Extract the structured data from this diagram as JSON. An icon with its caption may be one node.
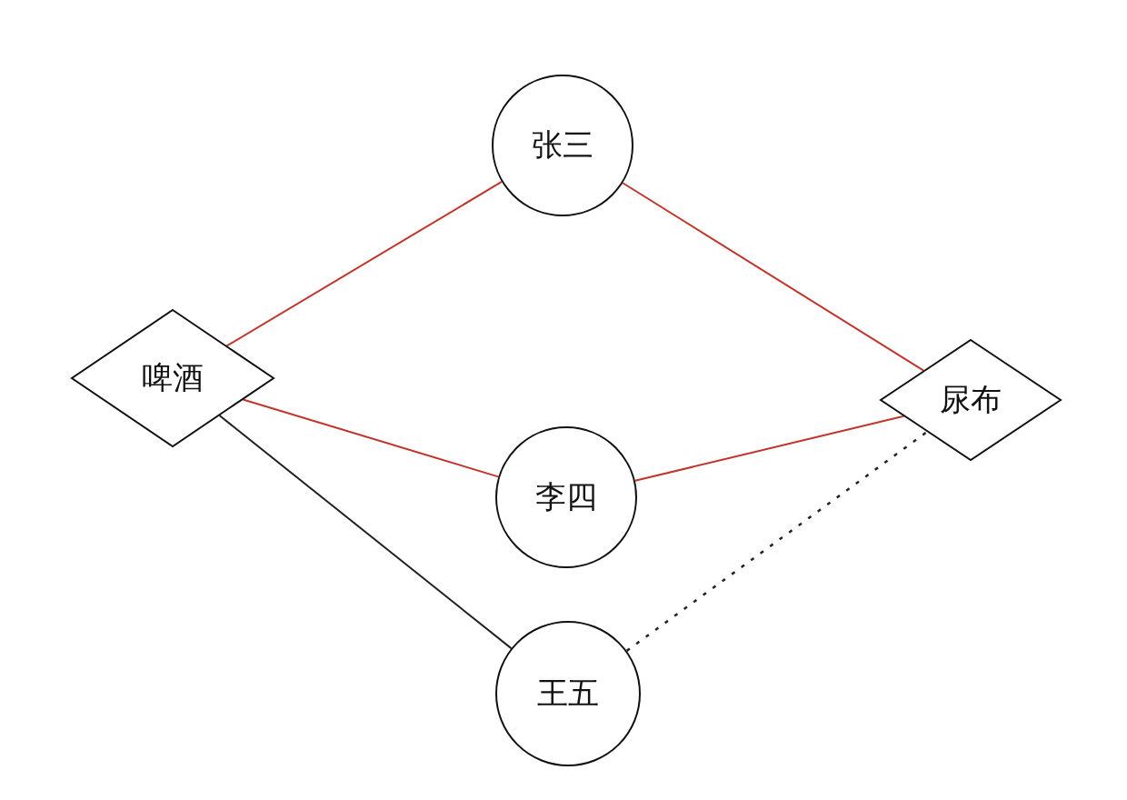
{
  "diagram": {
    "nodes": [
      {
        "text": [
          "张三"
        ]
      },
      {
        "text": [
          "啤酒"
        ]
      },
      {
        "text": [
          "尿布"
        ]
      },
      {
        "text": [
          "李四"
        ]
      },
      {
        "text": [
          "王五"
        ]
      }
    ],
    "edges": [
      {
        "from": 1,
        "to": 0,
        "arrow": "none"
      },
      {
        "from": 0,
        "to": 2,
        "arrow": "none"
      },
      {
        "from": 1,
        "to": 3,
        "arrow": "none"
      },
      {
        "from": 3,
        "to": 2,
        "arrow": "none"
      },
      {
        "from": 1,
        "to": 4,
        "arrow": "none",
        "color": "#222222"
      },
      {
        "from": 4,
        "to": 2,
        "arrow": "none",
        "style": "dashed",
        "color": "#222222"
      }
    ]
  }
}
